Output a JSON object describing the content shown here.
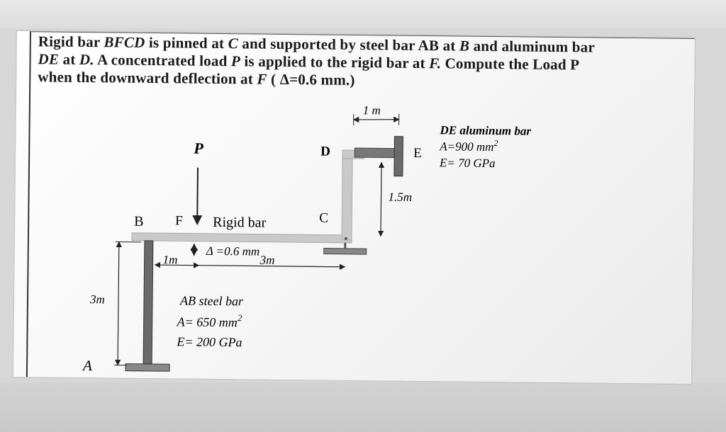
{
  "problem": {
    "line1_a": "Rigid bar ",
    "line1_b": "BFCD",
    "line1_c": " is pinned at ",
    "line1_d": "C",
    "line1_e": " and supported by steel bar AB at ",
    "line1_f": "B",
    "line1_g": " and aluminum bar",
    "line2_a": "DE",
    "line2_b": " at ",
    "line2_c": "D.",
    "line2_d": " A concentrated load ",
    "line2_e": "P",
    "line2_f": " is applied to the rigid bar at ",
    "line2_g": "F.",
    "line2_h": " Compute the Load P",
    "line3_a": "when the downward deflection at ",
    "line3_b": "F",
    "line3_c": " ( Δ=0.6 mm.)"
  },
  "diagram": {
    "label_B": "B",
    "label_F": "F",
    "label_C": "C",
    "label_D": "D",
    "label_E": "E",
    "label_A": "A",
    "label_P": "P",
    "rigid_bar": "Rigid bar",
    "delta": "Δ =0.6 mm",
    "dim_1m_top": "1 m",
    "dim_1p5m": "1.5m",
    "dim_1m_bottom": "1m",
    "dim_3m_horizontal": "3m",
    "dim_3m_vertical": "3m",
    "de_title": "DE aluminum bar",
    "de_area": "A=900 mm",
    "de_area_exp": "2",
    "de_modulus": "E= 70 GPa",
    "ab_title": "AB steel bar",
    "ab_area": "A= 650 mm",
    "ab_area_exp": "2",
    "ab_modulus": "E= 200 GPa"
  }
}
